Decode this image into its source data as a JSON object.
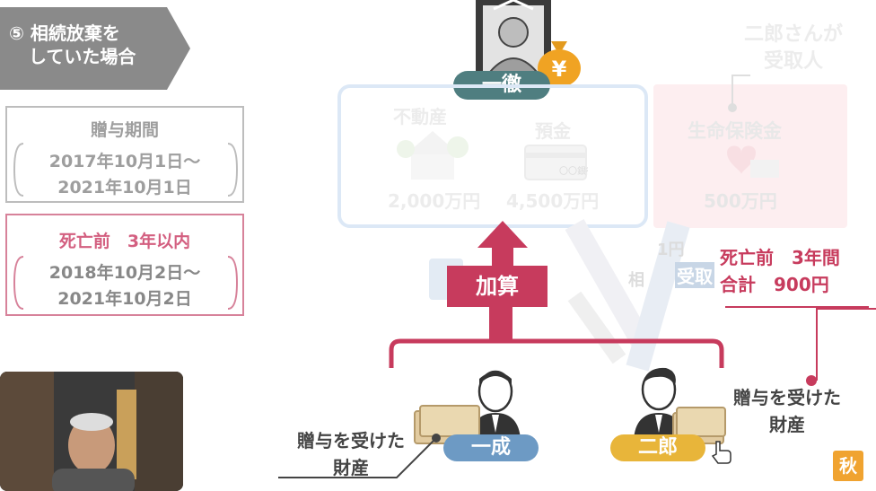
{
  "slide": {
    "section_banner": {
      "line1": "⑤ 相続放棄を",
      "line2": "していた場合"
    },
    "gift_period_box": {
      "title": "贈与期間",
      "from": "2017年10月1日〜",
      "to": "2021年10月1日"
    },
    "death_period_box": {
      "title": "死亡前　3年以内",
      "from": "2018年10月2日〜",
      "to": "2021年10月2日"
    },
    "decedent": {
      "name": "一徹",
      "money_symbol": "¥"
    },
    "estate": {
      "real_estate_label": "不動産",
      "real_estate_value": "2,000万円",
      "deposit_label": "預金",
      "deposit_value": "4,500万円",
      "bank_card_text": "〇〇銀行"
    },
    "insurance": {
      "note_line1": "二郎さんが",
      "note_line2": "受取人",
      "label": "生命保険金",
      "value": "500万円"
    },
    "faded_labels": {
      "a": "1円",
      "b": "相",
      "c": "受取"
    },
    "addition_label": "加算",
    "summary": {
      "line1": "死亡前　3年間",
      "line2": "合計　900円"
    },
    "heirs": [
      {
        "name": "一成",
        "gift_line1": "贈与を受けた",
        "gift_line2": "財産"
      },
      {
        "name": "二郎",
        "gift_line1": "贈与を受けた",
        "gift_line2": "財産"
      }
    ],
    "watermark": "秋"
  },
  "colors": {
    "banner_gray": "#8a8a8a",
    "teal_pill": "#4f7e80",
    "blue_pill": "#6d9ac4",
    "yellow_pill": "#e8b53a",
    "accent_red": "#c73b5d",
    "faded_box_blue": "#dce8f6",
    "faded_pink": "#fdeef0"
  }
}
